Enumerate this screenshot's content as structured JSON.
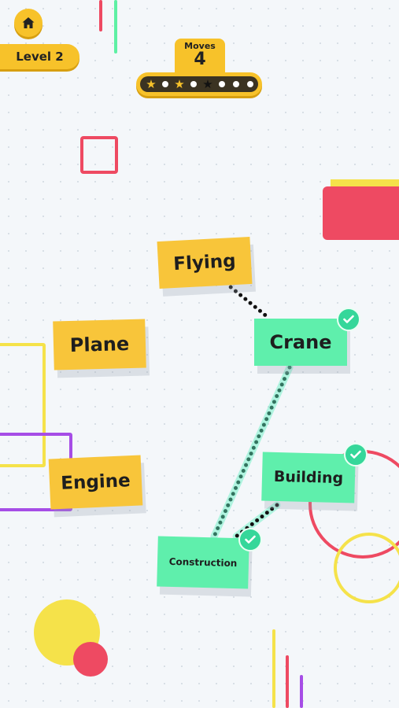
{
  "hud": {
    "level_label": "Level 2",
    "moves_label": "Moves",
    "moves_value": "4",
    "stars_earned": 3,
    "stars_total": 8
  },
  "cards": [
    {
      "id": "flying",
      "label": "Flying",
      "color": "yellow",
      "solved": false
    },
    {
      "id": "plane",
      "label": "Plane",
      "color": "yellow",
      "solved": false
    },
    {
      "id": "engine",
      "label": "Engine",
      "color": "yellow",
      "solved": false
    },
    {
      "id": "crane",
      "label": "Crane",
      "color": "green",
      "solved": true
    },
    {
      "id": "building",
      "label": "Building",
      "color": "green",
      "solved": true
    },
    {
      "id": "construction",
      "label": "Construction",
      "color": "green",
      "solved": true
    }
  ],
  "connections": [
    {
      "from": "flying",
      "to": "crane"
    },
    {
      "from": "crane",
      "to": "construction"
    },
    {
      "from": "building",
      "to": "construction"
    }
  ],
  "colors": {
    "hud_yellow": "#f7c22a",
    "note_yellow": "#f8c53a",
    "note_green": "#5fefac",
    "check_green": "#35d79a",
    "accent_red": "#ee4a62",
    "accent_yellow": "#f5e24a",
    "accent_purple": "#a64de6",
    "accent_mint": "#5ef0a4"
  },
  "icons": {
    "home": "home-icon",
    "check": "check-icon",
    "star": "star-icon"
  }
}
